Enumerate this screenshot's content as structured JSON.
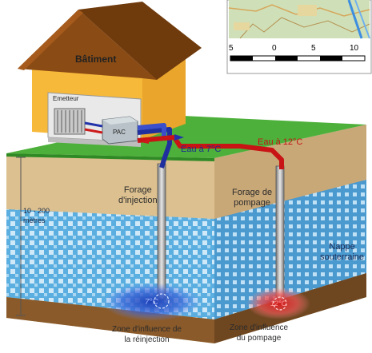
{
  "labels": {
    "building": "Bâtiment",
    "emitter": "Emetteur",
    "heat_pump": "PAC",
    "water_cold": "Eau à 7°C",
    "water_warm": "Eau à 12°C",
    "depth": "10 - 200\nmètres",
    "injection_well": "Forage\nd'injection",
    "pumping_well": "Forage de\npompage",
    "aquifer": "Nappe\nsouterraine",
    "cold_temp": "7°C",
    "warm_temp": "12°C",
    "zone_injection": "Zone d'influence de\nla réinjection",
    "zone_pumping": "Zone d'influence\ndu pompage"
  },
  "map": {
    "scale_ticks": [
      "5",
      "0",
      "5",
      "10"
    ]
  },
  "colors": {
    "cold_pipe": "#2233aa",
    "warm_pipe": "#cc1a1a",
    "aquifer": "#5fb4e6",
    "grass": "#4caf3a",
    "soil": "#d9b98a",
    "roof": "#8a4a12",
    "wall": "#f5b83c"
  }
}
